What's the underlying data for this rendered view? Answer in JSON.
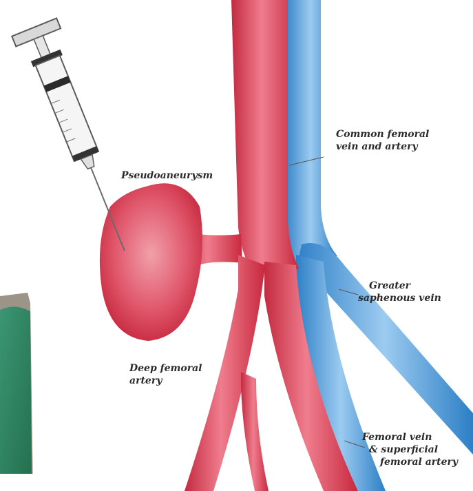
{
  "labels": {
    "pseudoaneurysm": "Pseudoaneurysm",
    "common_femoral_line1": "Common femoral",
    "common_femoral_line2": "vein and artery",
    "greater_saphenous_line1": "Greater",
    "greater_saphenous_line2": "saphenous vein",
    "deep_femoral_line1": "Deep femoral",
    "deep_femoral_line2": "artery",
    "femoral_vein_line1": "Femoral vein",
    "femoral_vein_line2": "& superficial",
    "femoral_vein_line3": "femoral artery"
  },
  "colors": {
    "artery": "#d9324a",
    "artery_light": "#ef8a98",
    "vein": "#3a8fd6",
    "vein_light": "#8cc4ee",
    "background_photo": "#2f8a67",
    "syringe_outline": "#5a5a5a"
  }
}
